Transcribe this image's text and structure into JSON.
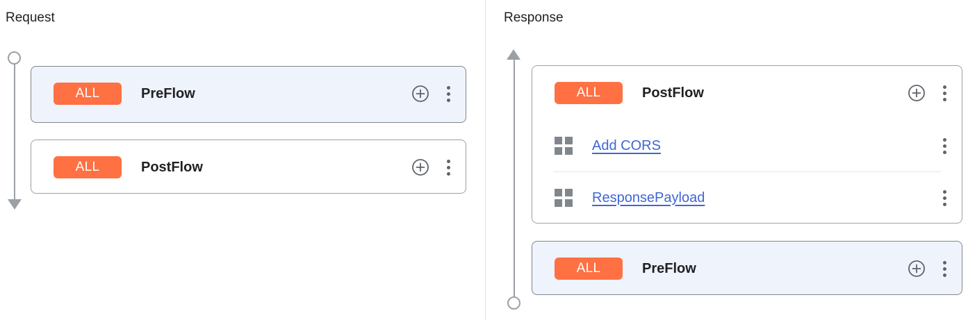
{
  "panels": {
    "request": {
      "title": "Request",
      "cards": [
        {
          "name": "preflow",
          "badge": "ALL",
          "label": "PreFlow",
          "selected": true,
          "add_icon": "plus-circle-icon",
          "menu_icon": "more-vert-icon",
          "policies": []
        },
        {
          "name": "postflow",
          "badge": "ALL",
          "label": "PostFlow",
          "selected": false,
          "add_icon": "plus-circle-icon",
          "menu_icon": "more-vert-icon",
          "policies": []
        }
      ]
    },
    "response": {
      "title": "Response",
      "cards": [
        {
          "name": "postflow",
          "badge": "ALL",
          "label": "PostFlow",
          "selected": false,
          "add_icon": "plus-circle-icon",
          "menu_icon": "more-vert-icon",
          "policies": [
            {
              "icon": "policy-grid-icon",
              "label": "Add CORS",
              "menu_icon": "more-vert-icon"
            },
            {
              "icon": "policy-grid-icon",
              "label": "ResponsePayload",
              "menu_icon": "more-vert-icon"
            }
          ]
        },
        {
          "name": "preflow",
          "badge": "ALL",
          "label": "PreFlow",
          "selected": true,
          "add_icon": "plus-circle-icon",
          "menu_icon": "more-vert-icon",
          "policies": []
        }
      ]
    }
  },
  "colors": {
    "badge_orange": "#FF7043",
    "link_blue": "#3F66D4",
    "selected_card_bg": "#EFF3FC",
    "rail_gray": "#9AA0A6",
    "border_gray": "#9AA0A6",
    "text_primary": "#202124",
    "divider": "#E0E0E0"
  }
}
